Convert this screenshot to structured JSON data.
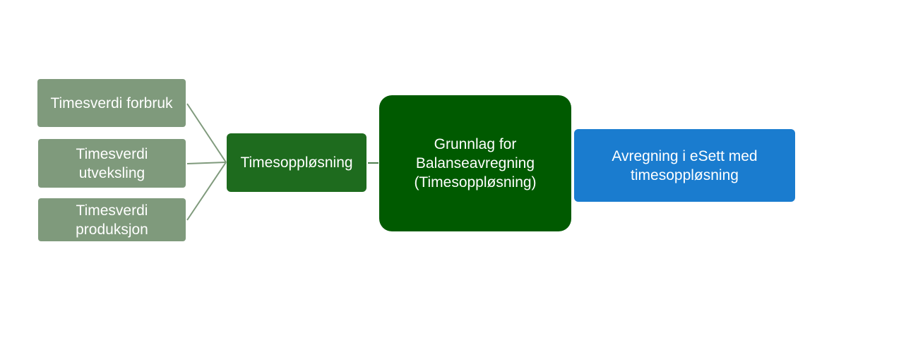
{
  "colors": {
    "input_fill": "#7f9a7c",
    "aggregate_fill": "#1e6b1e",
    "basis_fill": "#005a00",
    "settlement_fill": "#1a7ccf",
    "connector": "#7f9a7c"
  },
  "diagram": {
    "inputs": [
      {
        "label": "Timesverdi forbruk"
      },
      {
        "label": "Timesverdi\nutveksling"
      },
      {
        "label": "Timesverdi\nproduksjon"
      }
    ],
    "aggregate": {
      "label": "Timesoppløsning"
    },
    "basis": {
      "label": "Grunnlag for\nBalanseavregning\n(Timesoppløsning)"
    },
    "settlement": {
      "label": "Avregning i eSett med\ntimesoppløsning"
    }
  }
}
